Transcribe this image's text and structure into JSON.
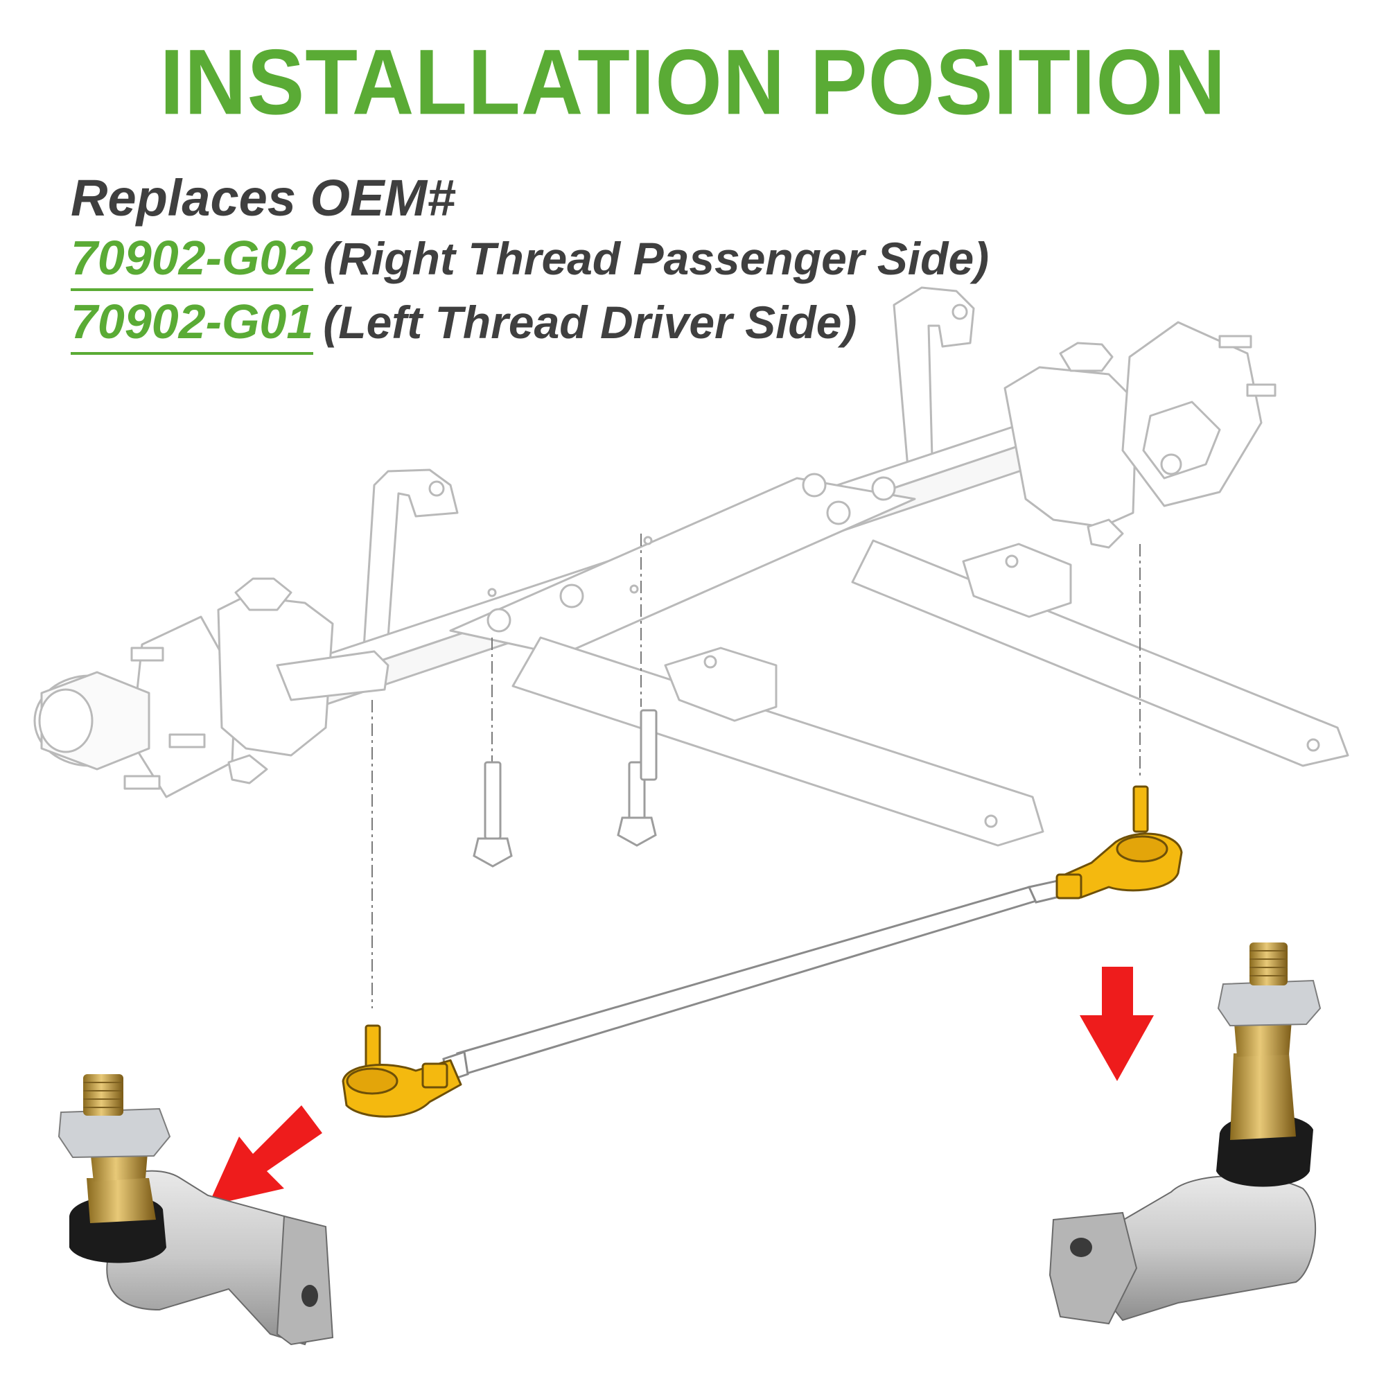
{
  "title": "INSTALLATION POSITION",
  "oem": {
    "heading": "Replaces OEM#",
    "parts": [
      {
        "code": "70902-G02",
        "desc": "(Right Thread Passenger Side)"
      },
      {
        "code": "70902-G01",
        "desc": "(Left Thread Driver Side)"
      }
    ]
  },
  "colors": {
    "title": "#5aab35",
    "text": "#3f3f3f",
    "highlight": "#f4b90f",
    "arrow": "#ee1c1c",
    "line_art": "#b9b9b9"
  },
  "icons": [
    "arrow-down-left-icon",
    "arrow-down-icon"
  ]
}
